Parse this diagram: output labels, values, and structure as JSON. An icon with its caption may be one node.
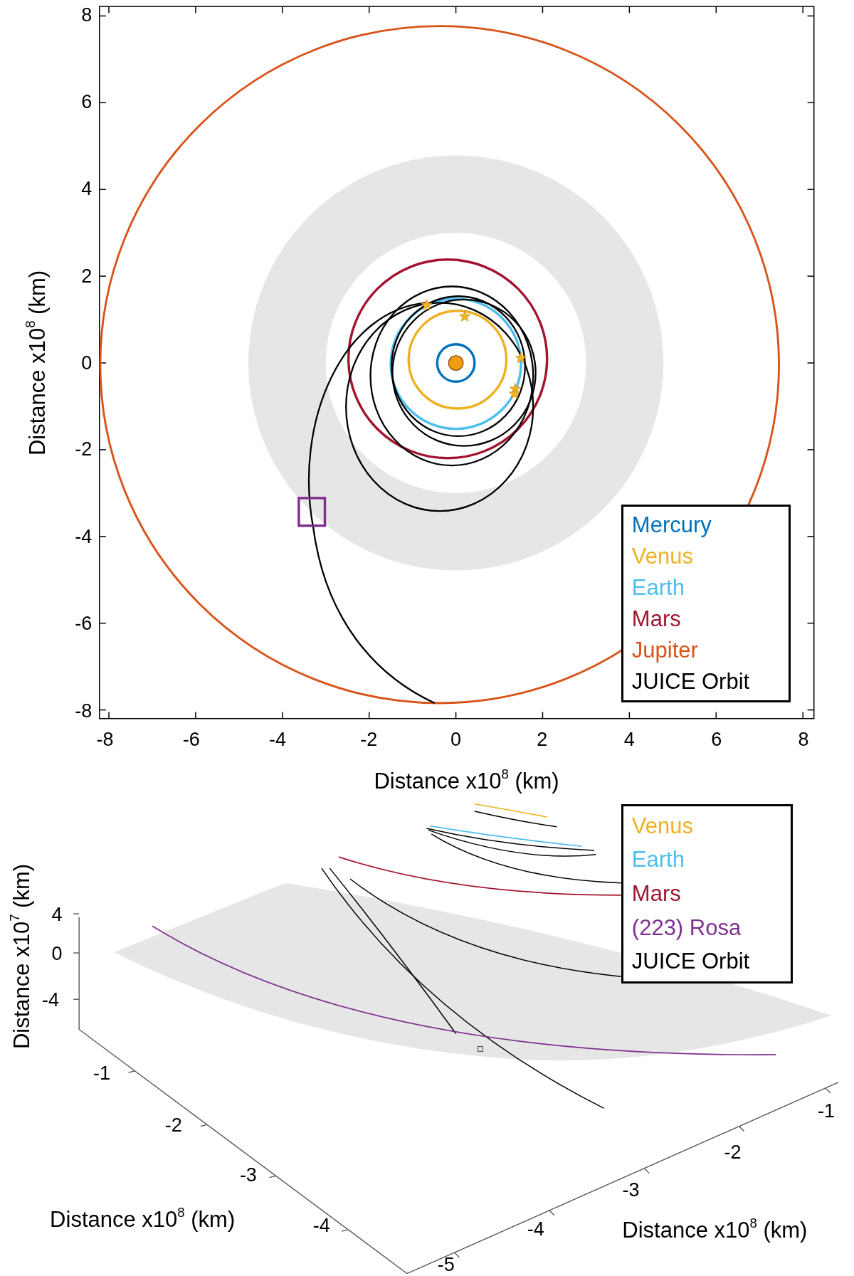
{
  "diagram": {
    "labels": [
      "8",
      "6",
      "4",
      "2",
      "0",
      "-2",
      "-4",
      "-6",
      "-8",
      "Distance  x10$^{8}$ (km)",
      "-8",
      "-6",
      "-4",
      "-2",
      "0",
      "2",
      "4",
      "6",
      "8",
      "Distance  x10$^{8}$ (km)",
      "Distance  x10$^{7}$ (km)",
      "4",
      "0",
      "-4",
      "-1",
      "-2",
      "-3",
      "-4",
      "Distance  x10$^{8}$ (km)",
      "-1",
      "-2",
      "-3",
      "-4",
      "-5",
      "Distance  x10$^{8}$ (km)"
    ],
    "legend": [
      {
        "text": "Mercury",
        "color": "#0072bd"
      },
      {
        "text": "Venus",
        "color": "#edb120"
      },
      {
        "text": "Earth",
        "color": "#4dbeee"
      },
      {
        "text": "Mars",
        "color": "#a2142f"
      },
      {
        "text": "Jupiter",
        "color": "#d95319"
      },
      {
        "text": "JUICE Orbit",
        "color": "#000000"
      },
      {
        "text": "Venus",
        "color": "#edb120"
      },
      {
        "text": "Earth",
        "color": "#4dbeee"
      },
      {
        "text": "Mars",
        "color": "#a2142f"
      },
      {
        "text": "(223) Rosa",
        "color": "#7e2f8e"
      },
      {
        "text": "JUICE Orbit",
        "color": "#000000"
      }
    ]
  }
}
